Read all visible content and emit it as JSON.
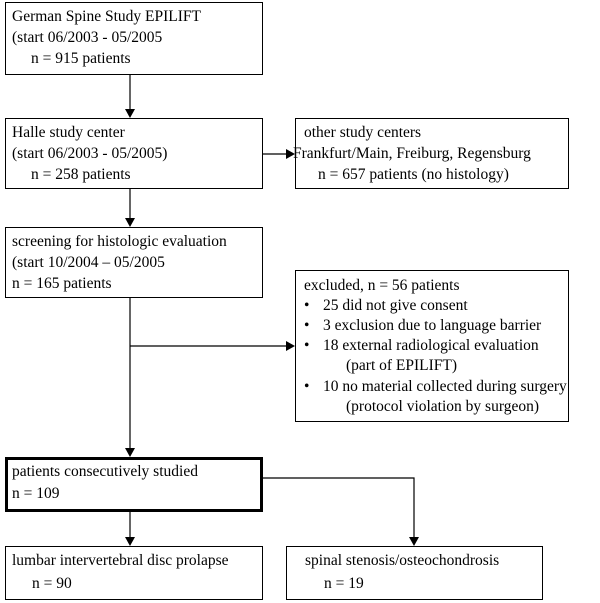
{
  "boxes": {
    "epilift": {
      "lines": [
        "German Spine Study EPILIFT",
        "(start 06/2003 - 05/2005",
        "n = 915 patients"
      ]
    },
    "halle": {
      "lines": [
        "Halle study center",
        "(start 06/2003 - 05/2005)",
        "n = 258 patients"
      ]
    },
    "other": {
      "lines": [
        "other study centers",
        "Frankfurt/Main, Freiburg, Regensburg",
        "n = 657 patients (no histology)"
      ]
    },
    "screening": {
      "lines": [
        "screening for histologic evaluation",
        "(start 10/2004 – 05/2005",
        "n = 165 patients"
      ]
    },
    "excluded": {
      "title": "excluded, n = 56 patients",
      "bullet_symbol": "•",
      "items": [
        "25 did not give consent",
        "3   exclusion due to language barrier",
        "18 external radiological evaluation",
        "10 no material collected during surgery"
      ],
      "continuations": [
        "(part of EPILIFT)",
        "(protocol violation by surgeon)"
      ]
    },
    "studied": {
      "lines": [
        "patients consecutively   studied",
        "n = 109"
      ]
    },
    "lumbar": {
      "lines": [
        "lumbar intervertebral disc prolapse",
        "n = 90"
      ]
    },
    "stenosis": {
      "lines": [
        "spinal stenosis/osteochondrosis",
        "n = 19"
      ]
    }
  }
}
